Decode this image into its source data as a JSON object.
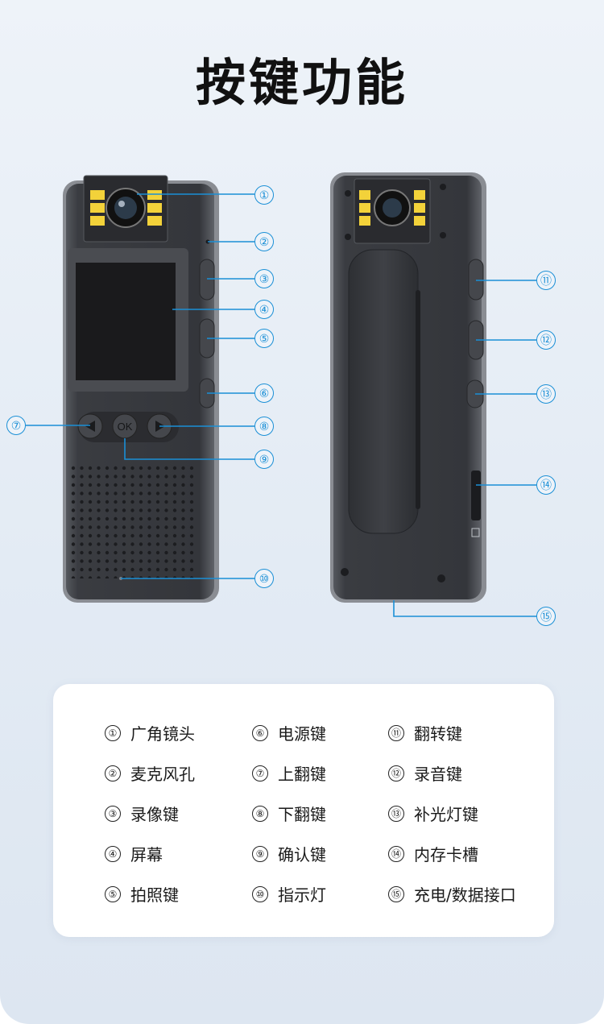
{
  "title": "按键功能",
  "callouts": [
    "①",
    "②",
    "③",
    "④",
    "⑤",
    "⑥",
    "⑦",
    "⑧",
    "⑨",
    "⑩",
    "⑪",
    "⑫",
    "⑬",
    "⑭",
    "⑮"
  ],
  "screen_buttons": {
    "ok": "OK"
  },
  "colors": {
    "accent": "#1a8fd6",
    "device": "#3b3d42",
    "led": "#f3d23a"
  },
  "legend": [
    {
      "num": "①",
      "label": "广角镜头"
    },
    {
      "num": "②",
      "label": "麦克风孔"
    },
    {
      "num": "③",
      "label": "录像键"
    },
    {
      "num": "④",
      "label": "屏幕"
    },
    {
      "num": "⑤",
      "label": "拍照键"
    },
    {
      "num": "⑥",
      "label": "电源键"
    },
    {
      "num": "⑦",
      "label": "上翻键"
    },
    {
      "num": "⑧",
      "label": "下翻键"
    },
    {
      "num": "⑨",
      "label": "确认键"
    },
    {
      "num": "⑩",
      "label": "指示灯"
    },
    {
      "num": "⑪",
      "label": "翻转键"
    },
    {
      "num": "⑫",
      "label": "录音键"
    },
    {
      "num": "⑬",
      "label": "补光灯键"
    },
    {
      "num": "⑭",
      "label": "内存卡槽"
    },
    {
      "num": "⑮",
      "label": "充电/数据接口"
    }
  ]
}
